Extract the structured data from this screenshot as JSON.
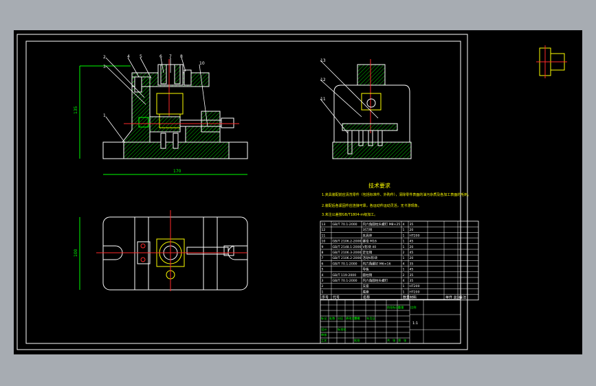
{
  "drawing": {
    "dim_height_front": "135",
    "dim_width_front": "170",
    "dim_height_top": "100",
    "front_part_numbers": [
      "2",
      "3",
      "4",
      "5",
      "6",
      "7",
      "8",
      "10",
      "1"
    ],
    "side_part_numbers": [
      "13",
      "12",
      "11"
    ],
    "tech_title": "技术要求",
    "tech_lines": [
      "1.夹具装配前应清洗零件（包括标准件、外购件），清除零件表面的油污杂质及各加工表面的毛刺。",
      "2.装配后各紧固件应连接可靠，各运动件运动灵活，无卡滞现象。",
      "3.未注公差按GB/T1804-m级加工。"
    ],
    "bom_rows": [
      {
        "no": "13",
        "code": "GB/T 70.1-2000",
        "name": "内六角圆柱头螺钉 M8×25",
        "qty": "4",
        "material": "35"
      },
      {
        "no": "12",
        "code": "",
        "name": "对刀块",
        "qty": "1",
        "material": "20"
      },
      {
        "no": "11",
        "code": "",
        "name": "夹具体",
        "qty": "1",
        "material": "HT200"
      },
      {
        "no": "10",
        "code": "GB/T 2106.2-2000",
        "name": "螺母 M16",
        "qty": "1",
        "material": "45"
      },
      {
        "no": "9",
        "code": "GB/T 2148.1-2000",
        "name": "V形块 40",
        "qty": "1",
        "material": "20"
      },
      {
        "no": "8",
        "code": "GB/T 2106.3-2000",
        "name": "定位销",
        "qty": "2",
        "material": "45"
      },
      {
        "no": "7",
        "code": "GB/T 2106.2-2000",
        "name": "活动V形块",
        "qty": "1",
        "material": "20"
      },
      {
        "no": "6",
        "code": "GB/T 70.1-2000",
        "name": "内六角螺钉 M6×16",
        "qty": "4",
        "material": "35"
      },
      {
        "no": "5",
        "code": "",
        "name": "导板",
        "qty": "1",
        "material": "45"
      },
      {
        "no": "4",
        "code": "GB/T 119-2000",
        "name": "圆柱销",
        "qty": "2",
        "material": "35"
      },
      {
        "no": "3",
        "code": "GB/T 70.1-2000",
        "name": "内六角圆柱头螺钉",
        "qty": "4",
        "material": "35"
      },
      {
        "no": "2",
        "code": "",
        "name": "支座",
        "qty": "1",
        "material": "HT200"
      },
      {
        "no": "1",
        "code": "",
        "name": "底座",
        "qty": "1",
        "material": "HT200"
      }
    ],
    "bom_header": {
      "no": "序号",
      "code": "代号",
      "name": "名称",
      "qty": "数量",
      "material": "材料",
      "weight": "单件 总计",
      "remark": "备注"
    },
    "title_block_labels": [
      "标记",
      "处数",
      "分区",
      "更改文件号",
      "签名",
      "年月日",
      "设计",
      "标准化",
      "阶段标记",
      "重量",
      "比例",
      "审核",
      "工艺",
      "批准",
      "共",
      "张",
      "第",
      "张"
    ],
    "title_block_values": [
      "1:1"
    ]
  },
  "colors": {
    "frame": "#ffffff",
    "outline": "#ffffff",
    "hatch": "#00c800",
    "centerline": "#ff2a2a",
    "part": "#ffff00",
    "dim": "#00ff00",
    "text": "#ffffff",
    "accent": "#ff3030"
  }
}
